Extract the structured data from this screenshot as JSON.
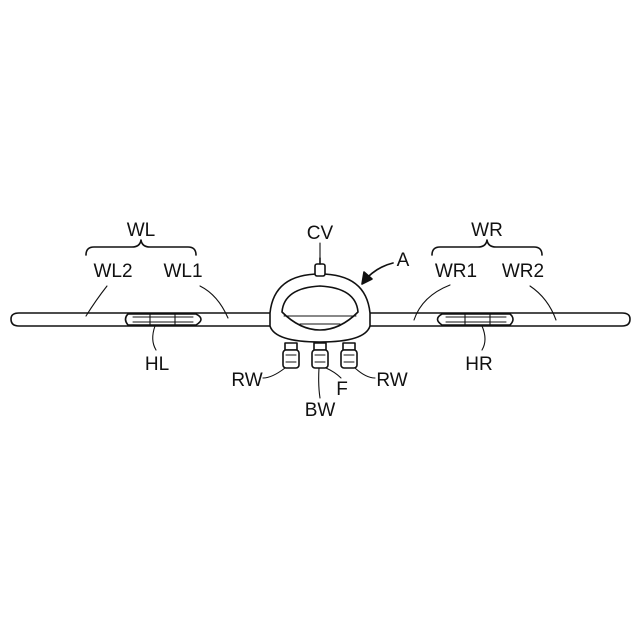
{
  "figure": {
    "labels": {
      "wl": "WL",
      "wl2": "WL2",
      "wl1": "WL1",
      "wr": "WR",
      "wr1": "WR1",
      "wr2": "WR2",
      "cv": "CV",
      "a": "A",
      "hl": "HL",
      "hr": "HR",
      "rw_left": "RW",
      "rw_right": "RW",
      "bw": "BW",
      "f": "F"
    }
  }
}
